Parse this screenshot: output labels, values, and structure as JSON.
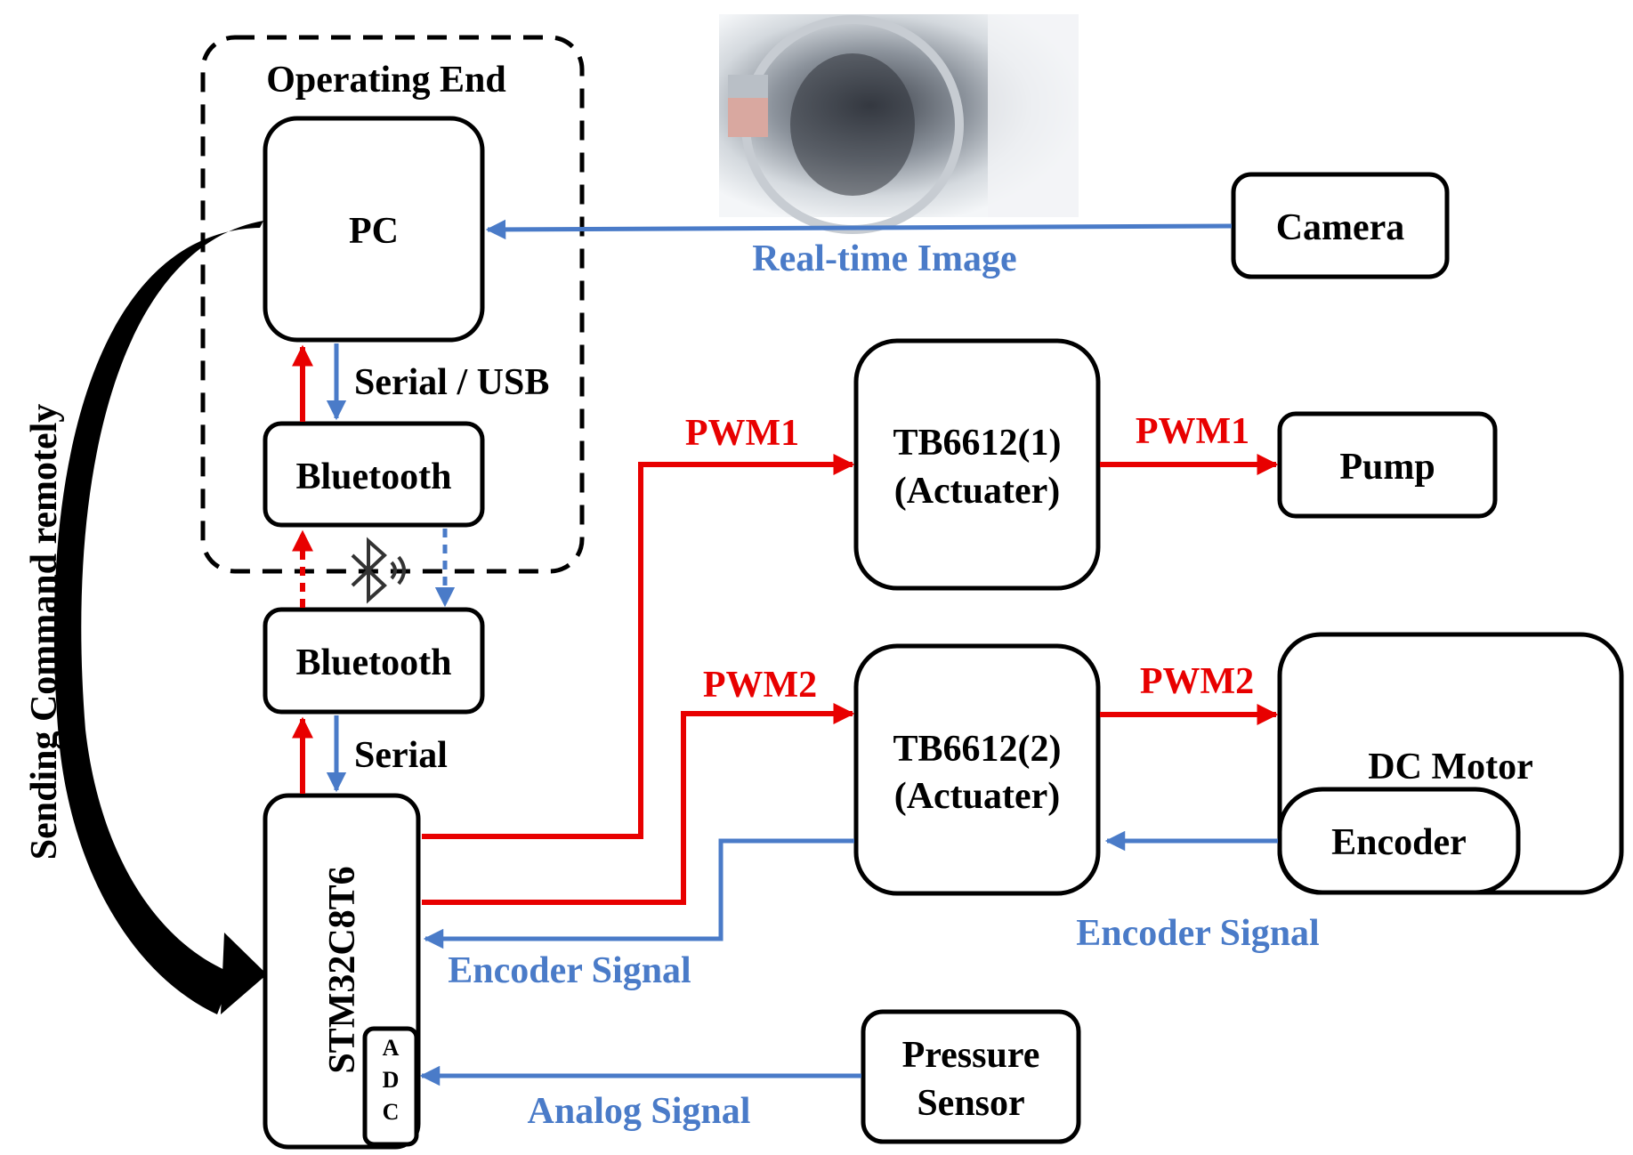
{
  "colors": {
    "command": "#e80000",
    "feedback": "#4a7bc8",
    "outline": "#000000"
  },
  "operating_end": {
    "title": "Operating End"
  },
  "pc": {
    "label": "PC"
  },
  "camera": {
    "label": "Camera"
  },
  "bt_top": {
    "label": "Bluetooth"
  },
  "bt_bottom": {
    "label": "Bluetooth"
  },
  "mcu": {
    "label": "STM32C8T6",
    "adc": [
      "A",
      "D",
      "C"
    ]
  },
  "driver1": {
    "line1": "TB6612(1)",
    "line2": "(Actuater)"
  },
  "driver2": {
    "line1": "TB6612(2)",
    "line2": "(Actuater)"
  },
  "pump": {
    "label": "Pump"
  },
  "motor": {
    "label": "DC Motor",
    "encoder": "Encoder"
  },
  "pressure": {
    "line1": "Pressure",
    "line2": "Sensor"
  },
  "signals": {
    "realtime_image": "Real-time Image",
    "serial_usb": "Serial / USB",
    "serial": "Serial",
    "pwm1_in": "PWM1",
    "pwm1_out": "PWM1",
    "pwm2_in": "PWM2",
    "pwm2_out": "PWM2",
    "encoder_to_mcu": "Encoder Signal",
    "encoder_from_motor": "Encoder Signal",
    "analog": "Analog Signal"
  },
  "remote": {
    "label": "Sending Command remotely"
  },
  "icons": {
    "bluetooth": "bluetooth-icon",
    "camera_view": "camera-image"
  }
}
